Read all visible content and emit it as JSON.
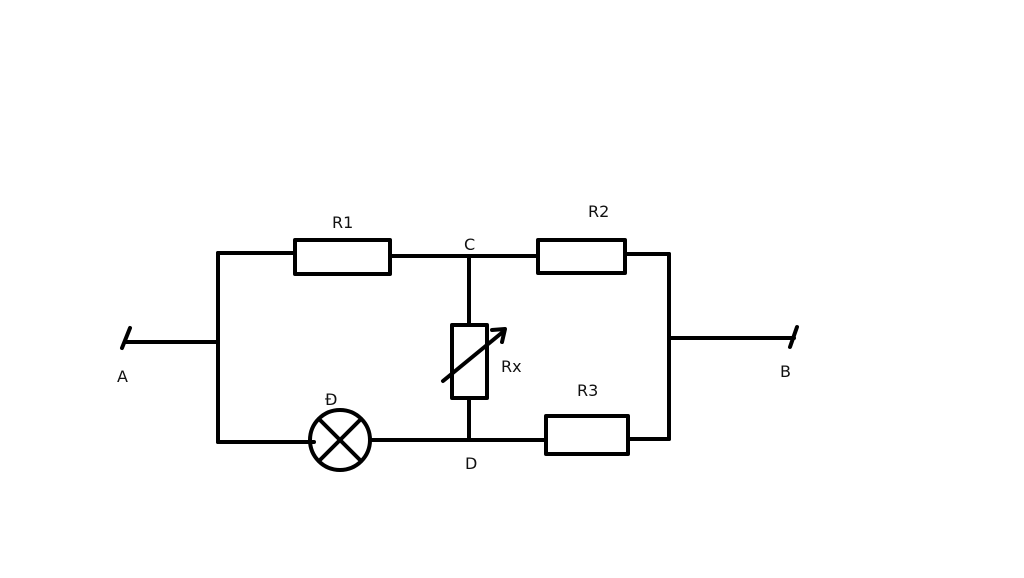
{
  "diagram": {
    "terminals": {
      "a": "A",
      "b": "B"
    },
    "nodes": {
      "c": "C",
      "d": "D"
    },
    "components": {
      "r1": "R1",
      "r2": "R2",
      "r3": "R3",
      "rx": "Rx",
      "lamp": "Đ"
    }
  }
}
